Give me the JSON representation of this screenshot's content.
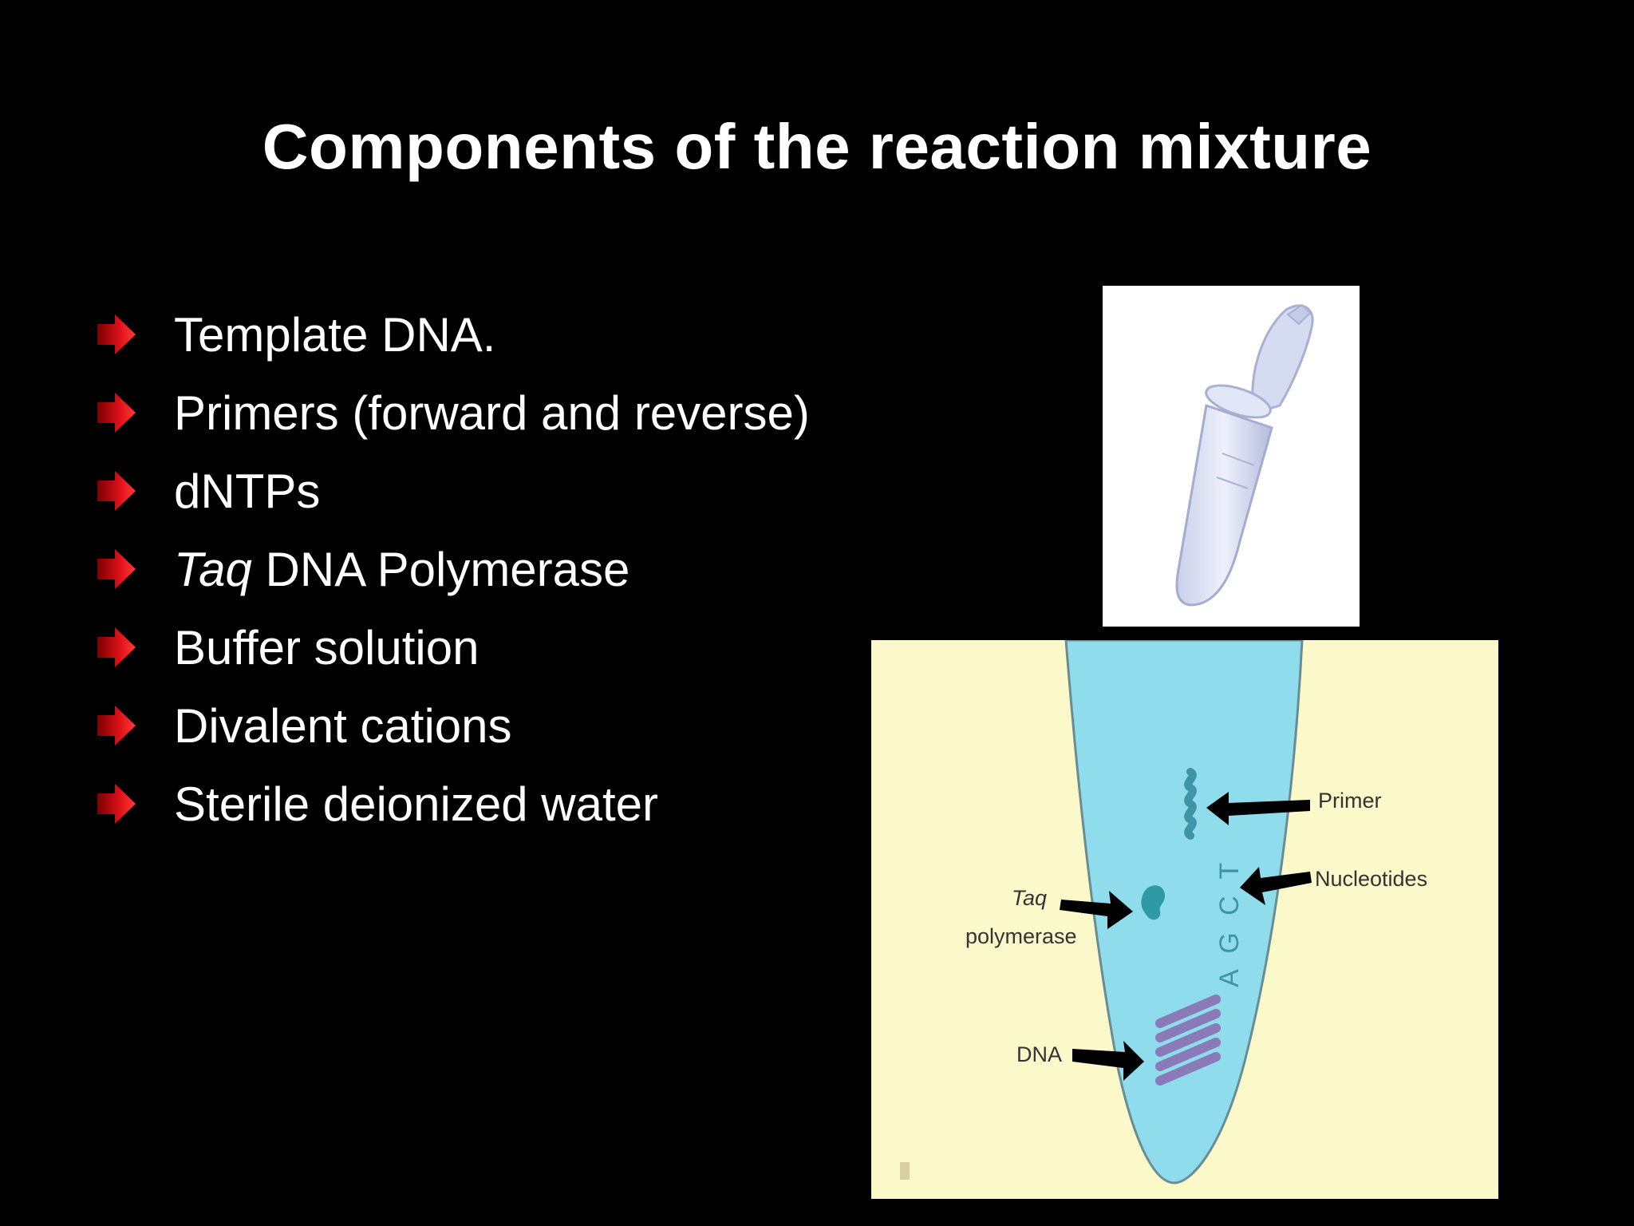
{
  "slide": {
    "title": "Components of the reaction mixture",
    "bullets": [
      {
        "italic": "",
        "text": "Template DNA."
      },
      {
        "italic": "",
        "text": "Primers (forward and reverse)"
      },
      {
        "italic": "",
        "text": "dNTPs"
      },
      {
        "italic": "Taq",
        "text": " DNA Polymerase"
      },
      {
        "italic": "",
        "text": "Buffer solution"
      },
      {
        "italic": "",
        "text": "Divalent cations"
      },
      {
        "italic": "",
        "text": "Sterile deionized water"
      }
    ],
    "bullet_icon": "red-arrow-bullet-icon",
    "bullet_color": "#d8131b"
  },
  "diagram": {
    "labels": {
      "primer": "Primer",
      "nucleotides": "Nucleotides",
      "taq": "Taq",
      "polymerase": "polymerase",
      "dna": "DNA",
      "bases": "A G C T"
    },
    "colors": {
      "background": "#fbf8c9",
      "tube_fill": "#8fdcec",
      "dna": "#8a7bb8",
      "primer": "#3f95a8",
      "taq": "#2f9aa6"
    }
  }
}
